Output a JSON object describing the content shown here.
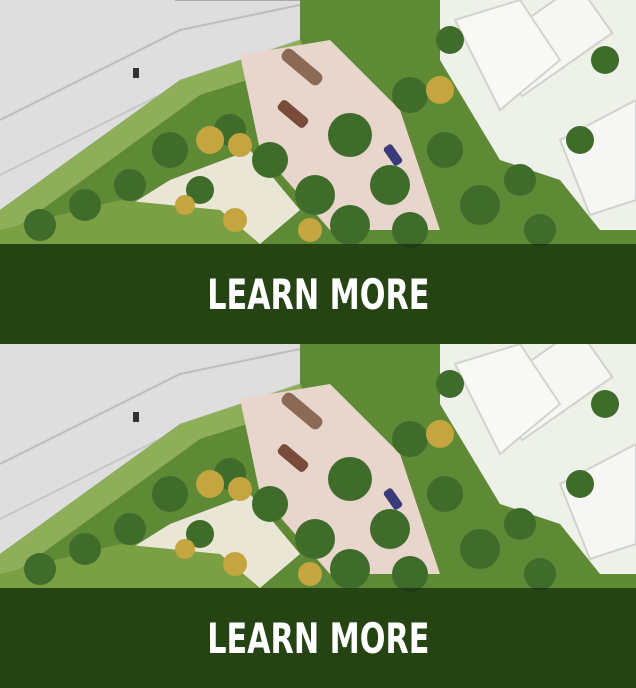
{
  "panels": [
    {
      "cta_label": "LEARN MORE",
      "image_alt": "site-plan-aerial"
    },
    {
      "cta_label": "LEARN MORE",
      "image_alt": "site-plan-aerial"
    }
  ],
  "colors": {
    "overlay": "#14300a",
    "text": "#ffffff",
    "lawn": "#6f9a3a",
    "plaza": "#e8d8d0",
    "road": "#dcdcdc"
  }
}
